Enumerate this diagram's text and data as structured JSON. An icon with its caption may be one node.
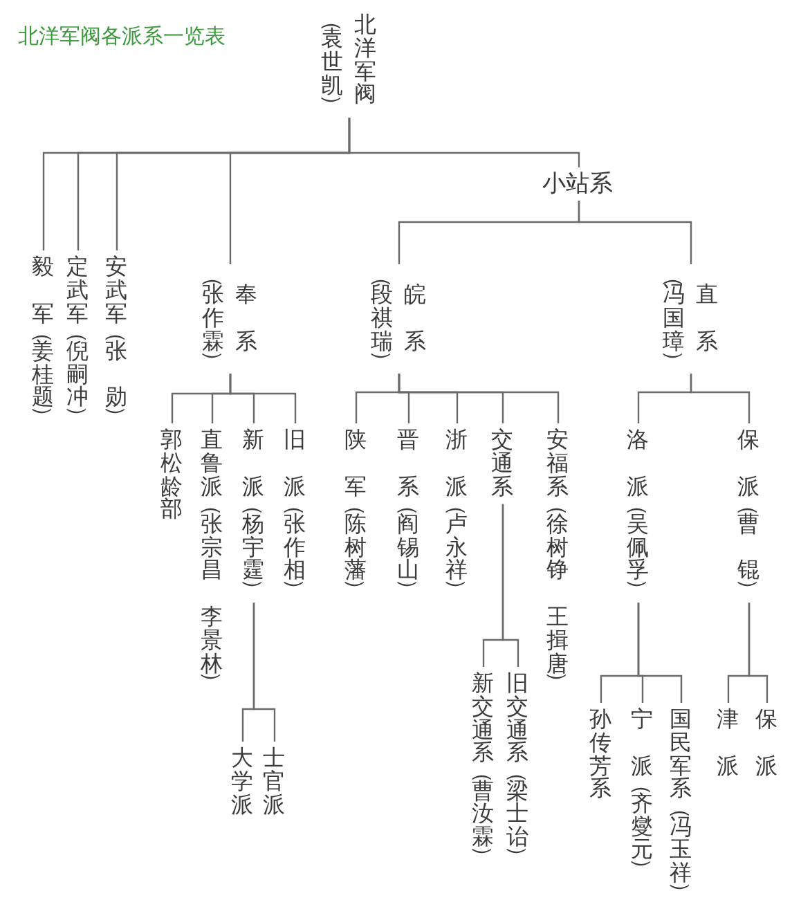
{
  "diagram": {
    "title": "北洋军阀各派系一览表",
    "nodes": [
      {
        "text": [
          "北洋军阀",
          "（袁世凯）"
        ]
      },
      {
        "text": [
          "毅军（姜桂题）"
        ]
      },
      {
        "text": [
          "定武军（倪嗣冲）"
        ]
      },
      {
        "text": [
          "安武军（张勋）"
        ]
      },
      {
        "text": [
          "奉系",
          "（张作霖）"
        ]
      },
      {
        "text": [
          "小站系"
        ]
      },
      {
        "text": [
          "皖系",
          "（段祺瑞）"
        ]
      },
      {
        "text": [
          "直系",
          "（冯国璋）"
        ]
      },
      {
        "text": [
          "郭松龄部"
        ]
      },
      {
        "text": [
          "直鲁派（张宗昌李景林）"
        ]
      },
      {
        "text": [
          "新派（杨宇霆）"
        ]
      },
      {
        "text": [
          "旧派（张作相）"
        ]
      },
      {
        "text": [
          "陕军（陈树藩）"
        ]
      },
      {
        "text": [
          "晋系（阎锡山）"
        ]
      },
      {
        "text": [
          "浙派（卢永祥）"
        ]
      },
      {
        "text": [
          "交通系"
        ]
      },
      {
        "text": [
          "安福系（徐树铮王揖唐）"
        ]
      },
      {
        "text": [
          "洛派（吴佩孚）"
        ]
      },
      {
        "text": [
          "保派（曹锟）"
        ]
      },
      {
        "text": [
          "大学派"
        ]
      },
      {
        "text": [
          "士官派"
        ]
      },
      {
        "text": [
          "新交通系（曹汝霖）"
        ]
      },
      {
        "text": [
          "旧交通系（梁士诒）"
        ]
      },
      {
        "text": [
          "孙传芳系"
        ]
      },
      {
        "text": [
          "宁派（齐燮元）"
        ]
      },
      {
        "text": [
          "国民军系（冯玉祥）"
        ]
      },
      {
        "text": [
          "津派"
        ]
      },
      {
        "text": [
          "保派"
        ]
      }
    ],
    "edges": [
      {
        "from": 0,
        "to": 1,
        "arrow": "none"
      },
      {
        "from": 0,
        "to": 2,
        "arrow": "none"
      },
      {
        "from": 0,
        "to": 3,
        "arrow": "none"
      },
      {
        "from": 0,
        "to": 4,
        "arrow": "none"
      },
      {
        "from": 0,
        "to": 5,
        "arrow": "none"
      },
      {
        "from": 4,
        "to": 8,
        "arrow": "none"
      },
      {
        "from": 4,
        "to": 9,
        "arrow": "none"
      },
      {
        "from": 4,
        "to": 10,
        "arrow": "none"
      },
      {
        "from": 4,
        "to": 11,
        "arrow": "none"
      },
      {
        "from": 5,
        "to": 6,
        "arrow": "none"
      },
      {
        "from": 5,
        "to": 7,
        "arrow": "none"
      },
      {
        "from": 6,
        "to": 12,
        "arrow": "none"
      },
      {
        "from": 6,
        "to": 13,
        "arrow": "none"
      },
      {
        "from": 6,
        "to": 14,
        "arrow": "none"
      },
      {
        "from": 6,
        "to": 15,
        "arrow": "none"
      },
      {
        "from": 6,
        "to": 16,
        "arrow": "none"
      },
      {
        "from": 7,
        "to": 17,
        "arrow": "none"
      },
      {
        "from": 7,
        "to": 18,
        "arrow": "none"
      },
      {
        "from": 10,
        "to": 19,
        "arrow": "none"
      },
      {
        "from": 10,
        "to": 20,
        "arrow": "none"
      },
      {
        "from": 15,
        "to": 21,
        "arrow": "none"
      },
      {
        "from": 15,
        "to": 22,
        "arrow": "none"
      },
      {
        "from": 17,
        "to": 23,
        "arrow": "none"
      },
      {
        "from": 17,
        "to": 24,
        "arrow": "none"
      },
      {
        "from": 17,
        "to": 25,
        "arrow": "none"
      },
      {
        "from": 18,
        "to": 26,
        "arrow": "none"
      },
      {
        "from": 18,
        "to": 27,
        "arrow": "none"
      }
    ]
  }
}
